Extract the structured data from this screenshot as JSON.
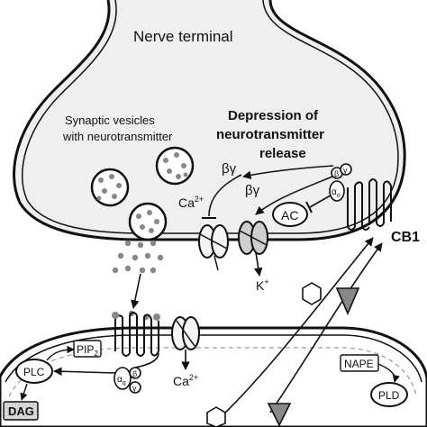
{
  "labels": {
    "nerve_terminal": "Nerve terminal",
    "vesicles_line1": "Synaptic vesicles",
    "vesicles_line2": "with neurotransmitter",
    "depression_line1": "Depression of",
    "depression_line2": "neurotransmitter",
    "depression_line3": "release",
    "ca_pre": "Ca",
    "ca_pre_sup": "2+",
    "beta_gamma_1": "βγ",
    "beta_gamma_2": "βγ",
    "ac": "AC",
    "cb1": "CB1",
    "k_plus": "K",
    "k_plus_sup": "+",
    "pip2": "PIP",
    "pip2_sub": "2",
    "plc": "PLC",
    "ca_post": "Ca",
    "ca_post_sup": "2+",
    "nape": "NAPE",
    "pld": "PLD",
    "dag": "DAG",
    "g_alpha_pre": "α",
    "g_alpha_pre_sub": "o",
    "g_beta_pre": "β",
    "g_gamma_pre": "γ",
    "g_alpha_post": "α",
    "g_alpha_post_sub": "q",
    "g_beta_post": "β",
    "g_gamma_post": "γ"
  }
}
